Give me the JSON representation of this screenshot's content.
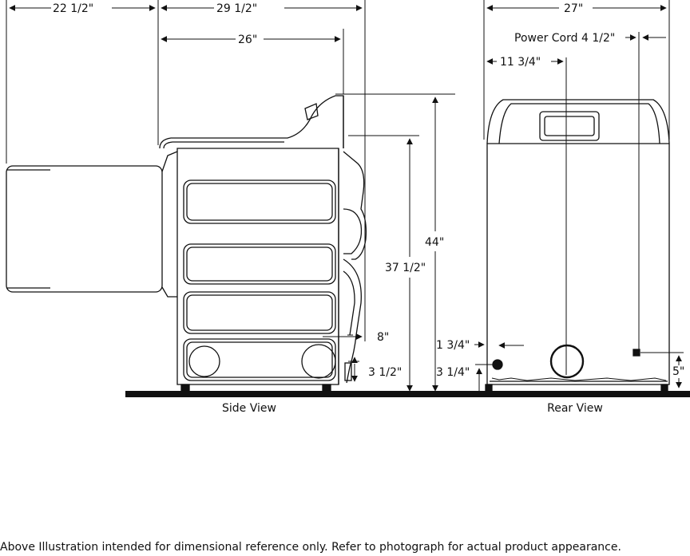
{
  "dimensions": {
    "side_open_door": "22 1/2\"",
    "side_depth_door_open": "29 1/2\"",
    "side_depth": "26\"",
    "total_height": "44\"",
    "cabinet_height": "37 1/2\"",
    "vent_offset_side": "8\"",
    "vent_height_side": "3 1/2\"",
    "rear_width": "27\"",
    "power_cord": "Power Cord 4 1/2\"",
    "vent_center_from_left": "11 3/4\"",
    "gas_inlet_side": "1 3/4\"",
    "gas_inlet_height": "3 1/4\"",
    "power_height": "5\""
  },
  "views": {
    "side": "Side View",
    "rear": "Rear View"
  },
  "footnote": "Above Illustration intended for dimensional reference only. Refer to photograph for actual product appearance."
}
